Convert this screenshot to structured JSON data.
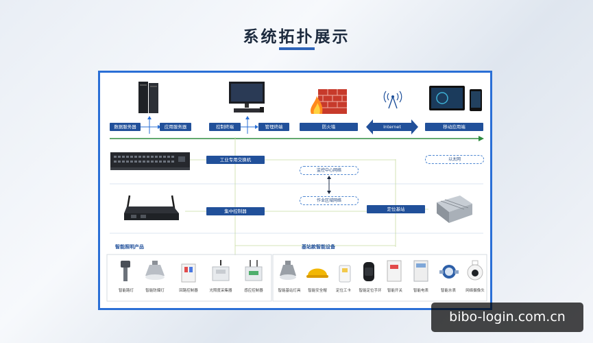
{
  "page": {
    "title": "系统拓扑展示",
    "accent_color": "#2a6fd6",
    "pill_color": "#21509a"
  },
  "top_row": {
    "data_server": "数据服务器",
    "app_server": "应用服务器",
    "control_terminal": "控制终端",
    "mgmt_terminal": "管理终端",
    "firewall": "防火墙",
    "internet": "Internet",
    "mobile_app": "移动应用端"
  },
  "network": {
    "industrial_switch": "工业专用交换机",
    "ethernet": "以太网",
    "monitor_center_net": "监控中心网络",
    "work_area_net": "作业区域网络",
    "central_controller": "集中控制器",
    "positioning_base": "定位基站"
  },
  "sections": {
    "lighting": "智能照明产品",
    "base_station": "基站款智能设备"
  },
  "lighting_products": [
    {
      "label": "智能路灯",
      "icon": "street-lamp-icon"
    },
    {
      "label": "智能防爆灯",
      "icon": "explosion-proof-lamp-icon"
    },
    {
      "label": "回路控制器",
      "icon": "loop-controller-icon"
    },
    {
      "label": "光照度采集器",
      "icon": "light-sensor-icon"
    },
    {
      "label": "感应控制器",
      "icon": "sensor-controller-icon"
    }
  ],
  "base_station_products": [
    {
      "label": "智能基站灯具",
      "icon": "base-station-lamp-icon"
    },
    {
      "label": "智能安全帽",
      "icon": "safety-helmet-icon"
    },
    {
      "label": "定位工卡",
      "icon": "id-card-icon"
    },
    {
      "label": "智能定位手环",
      "icon": "wristband-icon"
    },
    {
      "label": "智能开关",
      "icon": "smart-switch-icon"
    },
    {
      "label": "智能电表",
      "icon": "electric-meter-icon"
    },
    {
      "label": "智能水表",
      "icon": "water-meter-icon"
    },
    {
      "label": "网络摄像头",
      "icon": "ip-camera-icon"
    }
  ],
  "watermark": "bibo-login.com.cn"
}
